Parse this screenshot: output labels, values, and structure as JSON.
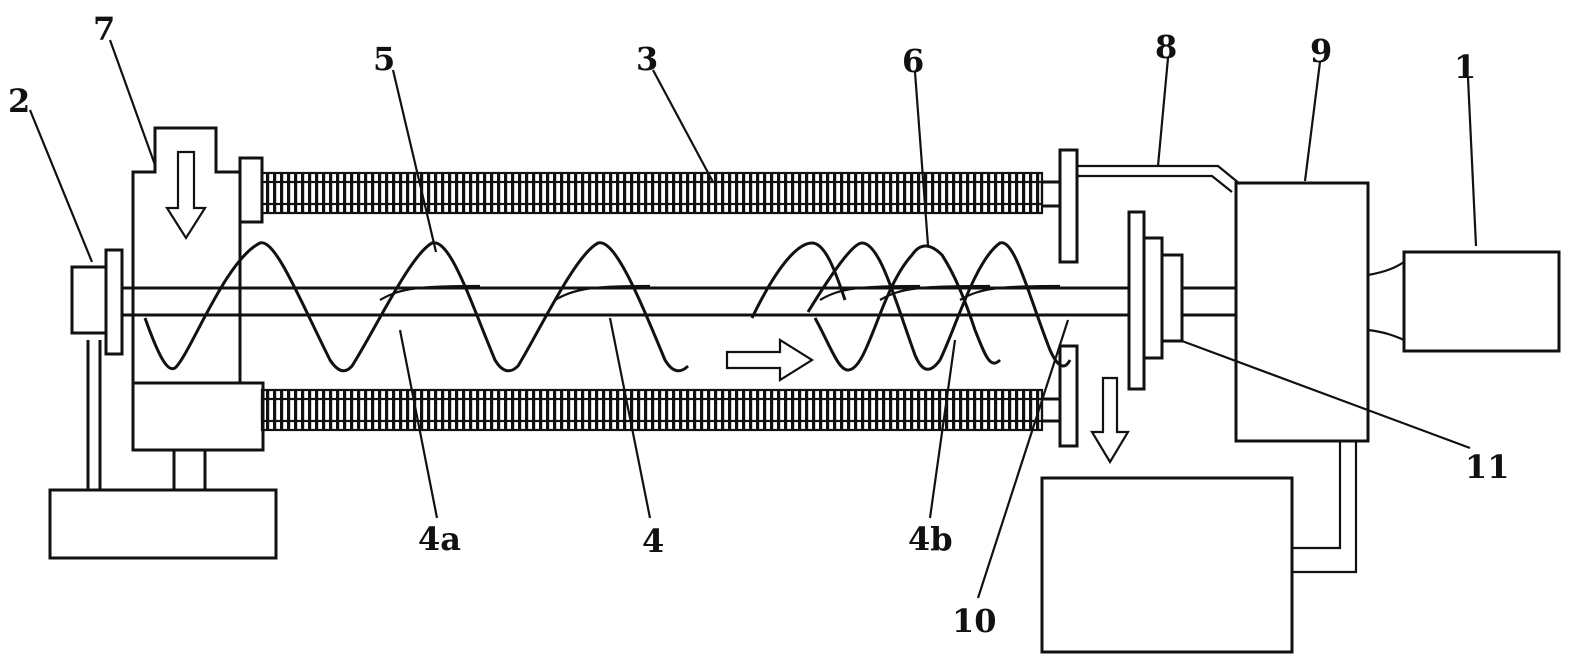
{
  "labels": {
    "l1": "1",
    "l2": "2",
    "l3": "3",
    "l4": "4",
    "l4a": "4a",
    "l4b": "4b",
    "l5": "5",
    "l6": "6",
    "l7": "7",
    "l8": "8",
    "l9": "9",
    "l10": "10",
    "l11": "11"
  }
}
